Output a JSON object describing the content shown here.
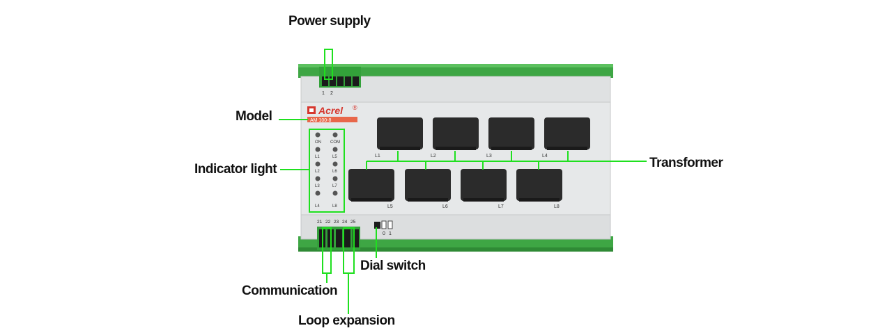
{
  "callouts": {
    "power_supply": "Power supply",
    "model": "Model",
    "indicator_light": "Indicator light",
    "transformer": "Transformer",
    "dial_switch": "Dial switch",
    "communication": "Communication",
    "loop_expansion": "Loop expansion"
  },
  "device": {
    "brand": "Acrel",
    "registered_mark": "®",
    "model_code": "AM 100-8",
    "top_terminals": [
      "1",
      "2"
    ],
    "bottom_terminals": [
      "21",
      "22",
      "23",
      "24",
      "25"
    ],
    "dial_labels": [
      "0",
      "1"
    ],
    "leds_left": [
      "ON",
      "L1",
      "L2",
      "L3",
      "L4"
    ],
    "leds_right": [
      "COM",
      "L5",
      "L6",
      "L7",
      "L8"
    ],
    "transformers_top": [
      "L1",
      "L2",
      "L3",
      "L4"
    ],
    "transformers_bottom": [
      "L5",
      "L6",
      "L7",
      "L8"
    ]
  },
  "colors": {
    "callout_line": "#1fe01f",
    "rail_green": "#3ea644",
    "body_gray": "#e4e6e7",
    "core_black": "#2b2b2b",
    "brand_red": "#d6372e"
  }
}
